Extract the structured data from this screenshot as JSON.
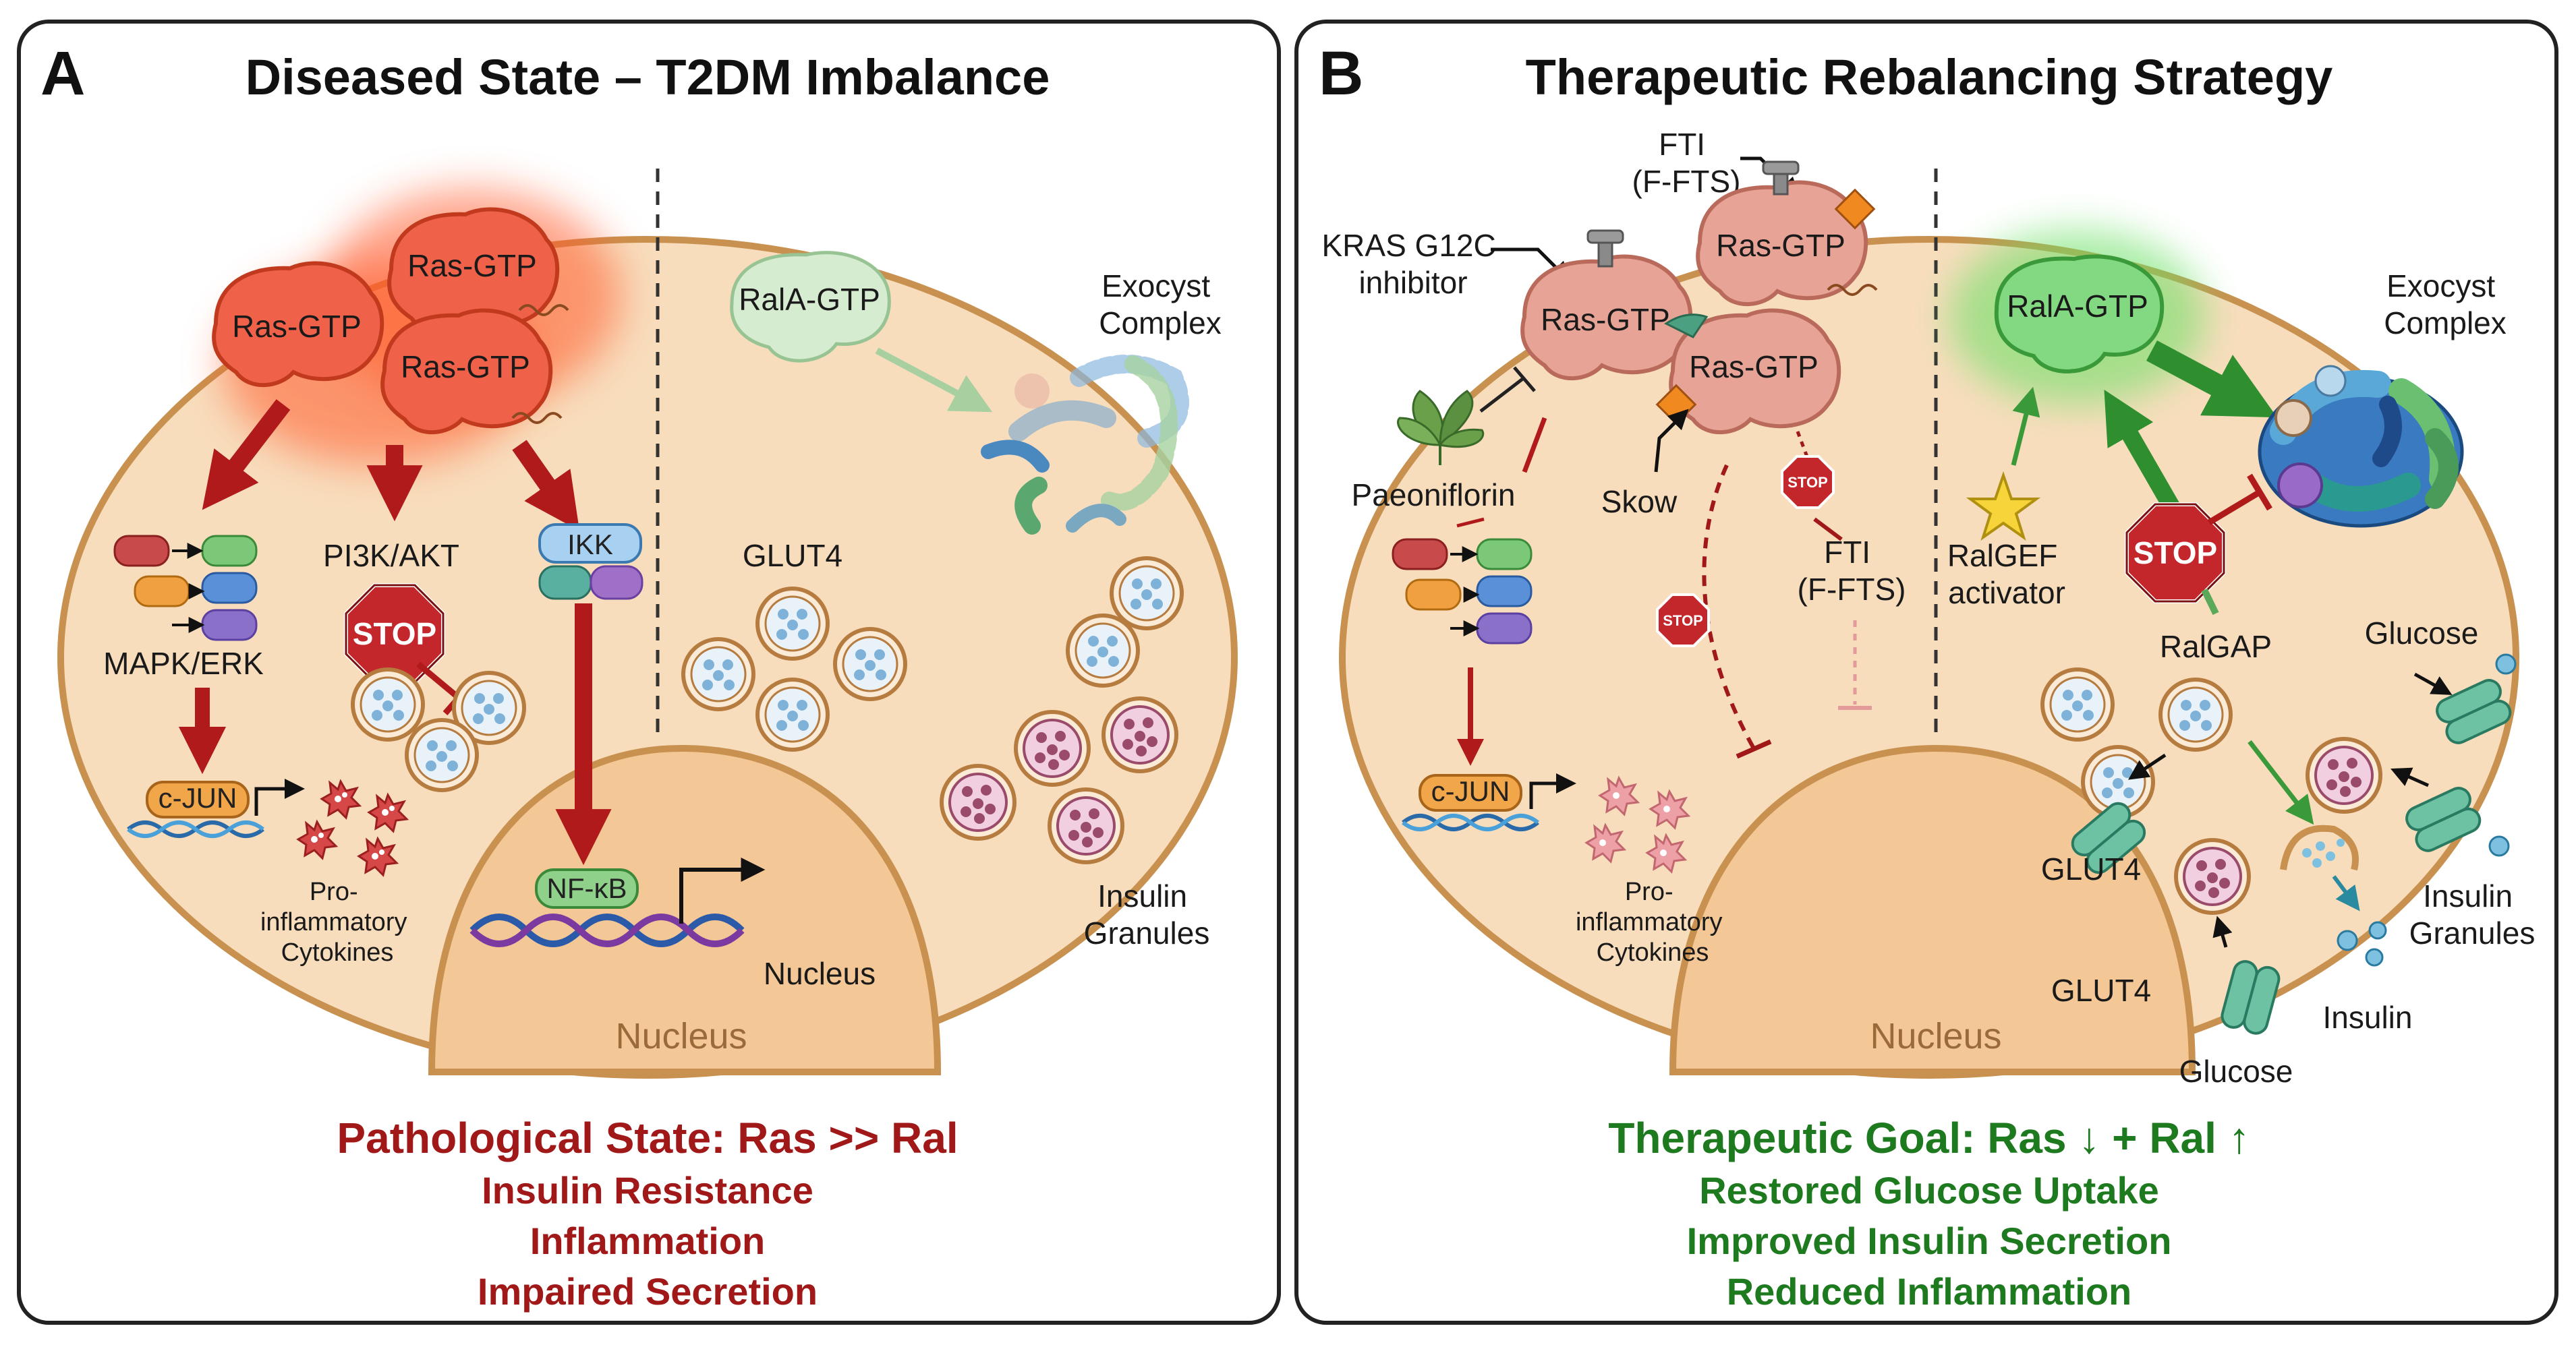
{
  "colors": {
    "diseased_red": "#a01818",
    "therapeutic_green": "#1e7a1e",
    "cell_fill": "#f8ddbd",
    "cell_stroke": "#c9914f",
    "nucleus_fill": "#f4c796",
    "ras_active": "#f0614a",
    "ras_inhibited": "#e7a395",
    "rala_green": "#83d982"
  },
  "panel_a": {
    "letter": "A",
    "title": "Diseased State – T2DM Imbalance",
    "ras": [
      "Ras-GTP",
      "Ras-GTP",
      "Ras-GTP"
    ],
    "rala": "RalA-GTP",
    "exocyst": [
      "Exocyst",
      "Complex"
    ],
    "mapk": "MAPK/ERK",
    "pi3k": "PI3K/AKT",
    "ikk": "IKK",
    "stop": "STOP",
    "cjun": "c-JUN",
    "cytokines": [
      "Pro-",
      "inflammatory",
      "Cytokines"
    ],
    "glut4": "GLUT4",
    "nfkb": "NF-κB",
    "nucleus_inner": "Nucleus",
    "nucleus": "Nucleus",
    "granules": [
      "Insulin",
      "Granules"
    ],
    "summary": {
      "main": "Pathological State: Ras >> Ral",
      "lines": [
        "Insulin Resistance",
        "Inflammation",
        "Impaired Secretion"
      ]
    }
  },
  "panel_b": {
    "letter": "B",
    "title": "Therapeutic Rebalancing Strategy",
    "fti_top": [
      "FTI",
      "(F-FTS)"
    ],
    "kras": [
      "KRAS G12C",
      "inhibitor"
    ],
    "ras": [
      "Ras-GTP",
      "Ras-GTP",
      "Ras-GTP"
    ],
    "paeoniflorin": "Paeoniflorin",
    "skow": "Skow",
    "stop": "STOP",
    "fti_mid": [
      "FTI",
      "(F-FTS)"
    ],
    "rala": "RalA-GTP",
    "ralgef": [
      "RalGEF",
      "activator"
    ],
    "ralgap": "RalGAP",
    "exocyst": [
      "Exocyst",
      "Complex"
    ],
    "glucose_right": "Glucose",
    "cjun": "c-JUN",
    "cytokines": [
      "Pro-",
      "inflammatory",
      "Cytokines"
    ],
    "glut4_a": "GLUT4",
    "glut4_b": "GLUT4",
    "nucleus": "Nucleus",
    "granules": [
      "Insulin",
      "Granules"
    ],
    "insulin": "Insulin",
    "glucose_bottom": "Glucose",
    "summary": {
      "main": "Therapeutic Goal: Ras ↓ + Ral ↑",
      "lines": [
        "Restored Glucose Uptake",
        "Improved Insulin Secretion",
        "Reduced Inflammation"
      ]
    }
  }
}
